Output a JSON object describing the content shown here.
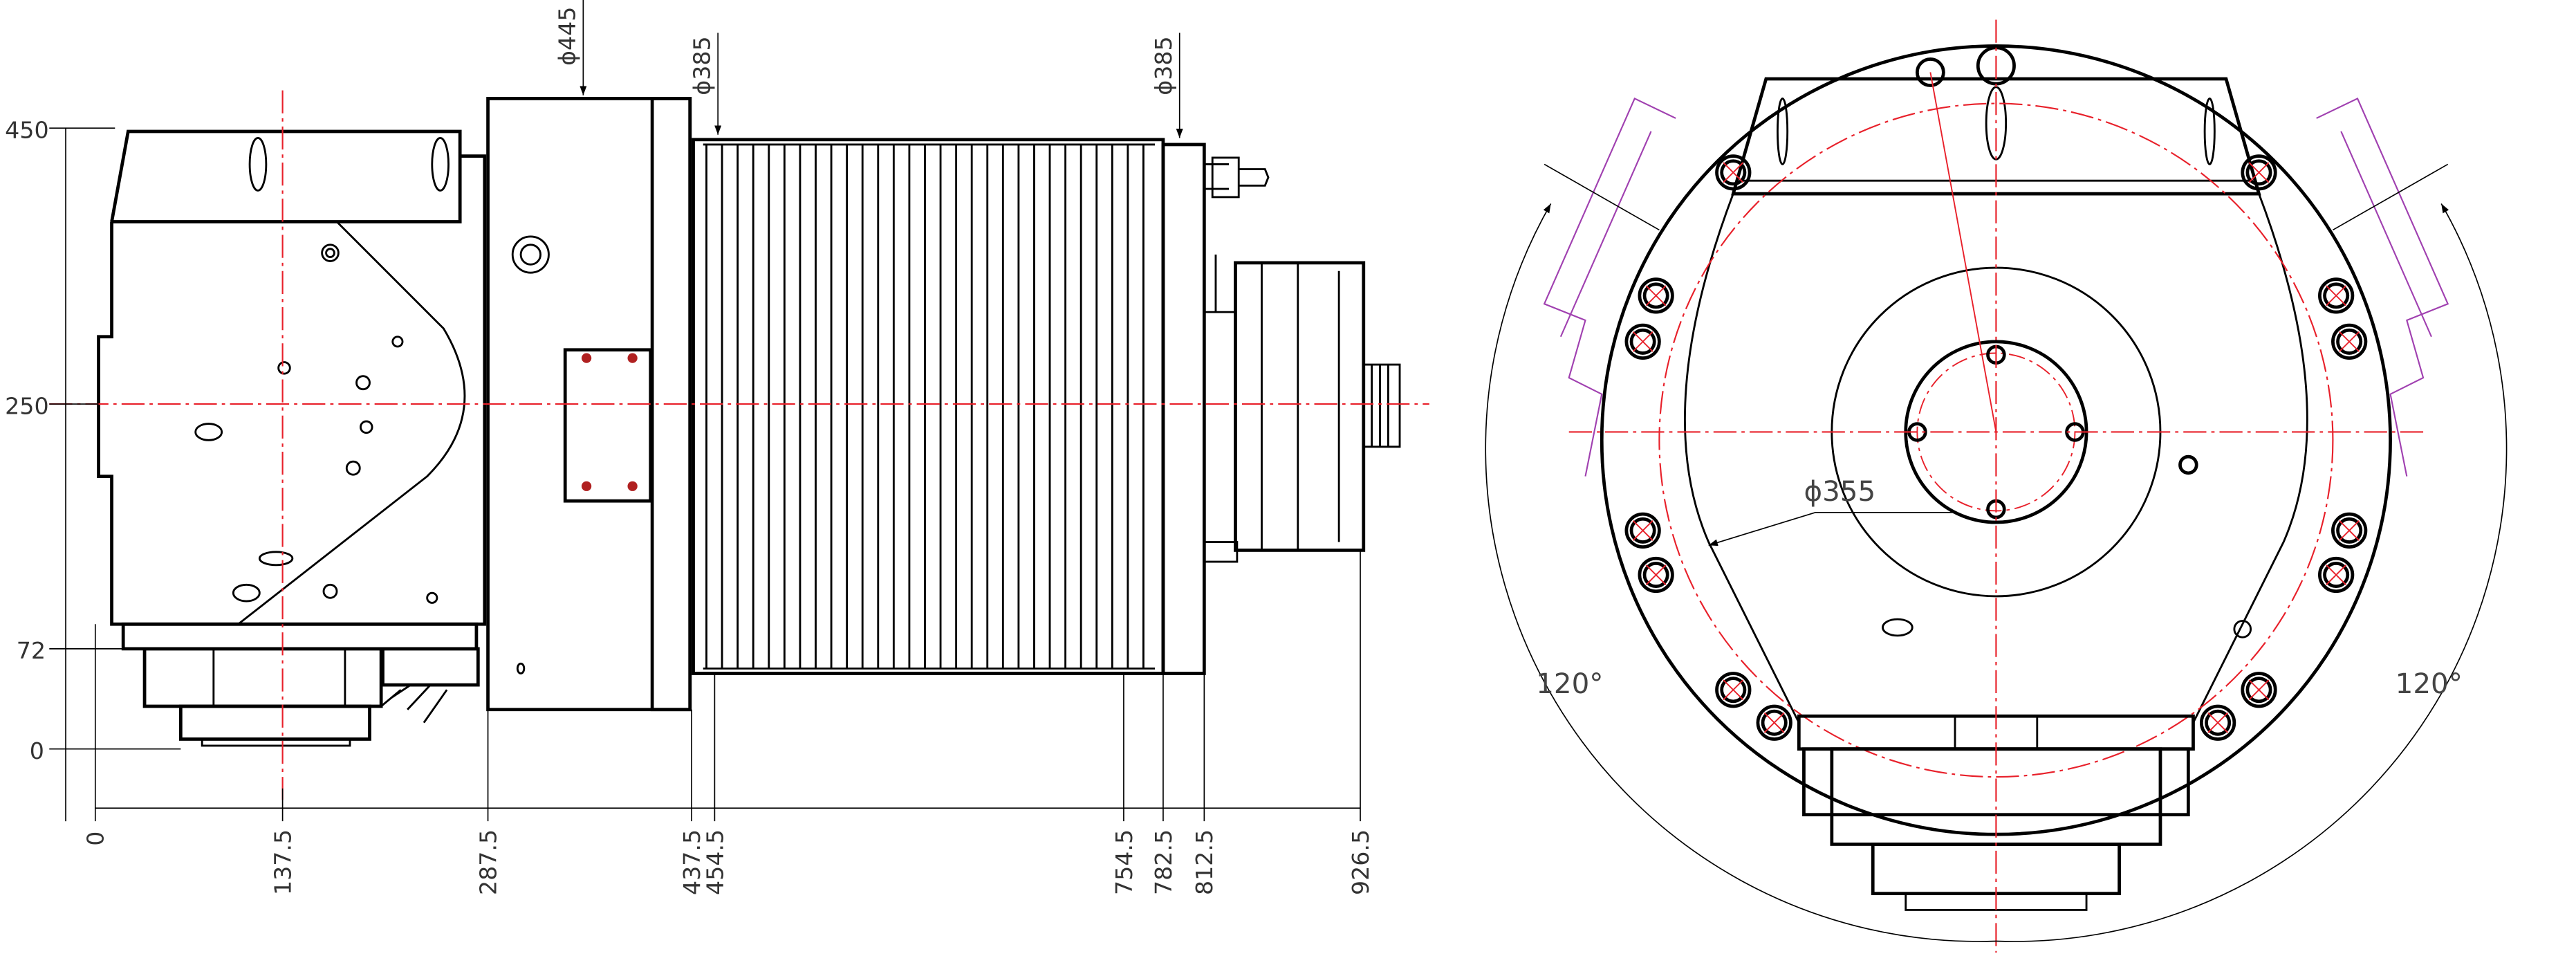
{
  "side_view": {
    "horizontal_dimensions": [
      "0",
      "137.5",
      "287.5",
      "437.5",
      "454.5",
      "754.5",
      "782.5",
      "812.5",
      "926.5"
    ],
    "vertical_dimensions": [
      "450",
      "250",
      "72",
      "0"
    ],
    "diameter_callouts": [
      "ϕ445",
      "ϕ385",
      "ϕ385"
    ]
  },
  "front_view": {
    "diameter_callout": "ϕ355",
    "angle_left": "120°",
    "angle_right": "120°"
  },
  "colors": {
    "line": "#000000",
    "centerline": "#e8202a",
    "phantom": "#a040b0"
  }
}
